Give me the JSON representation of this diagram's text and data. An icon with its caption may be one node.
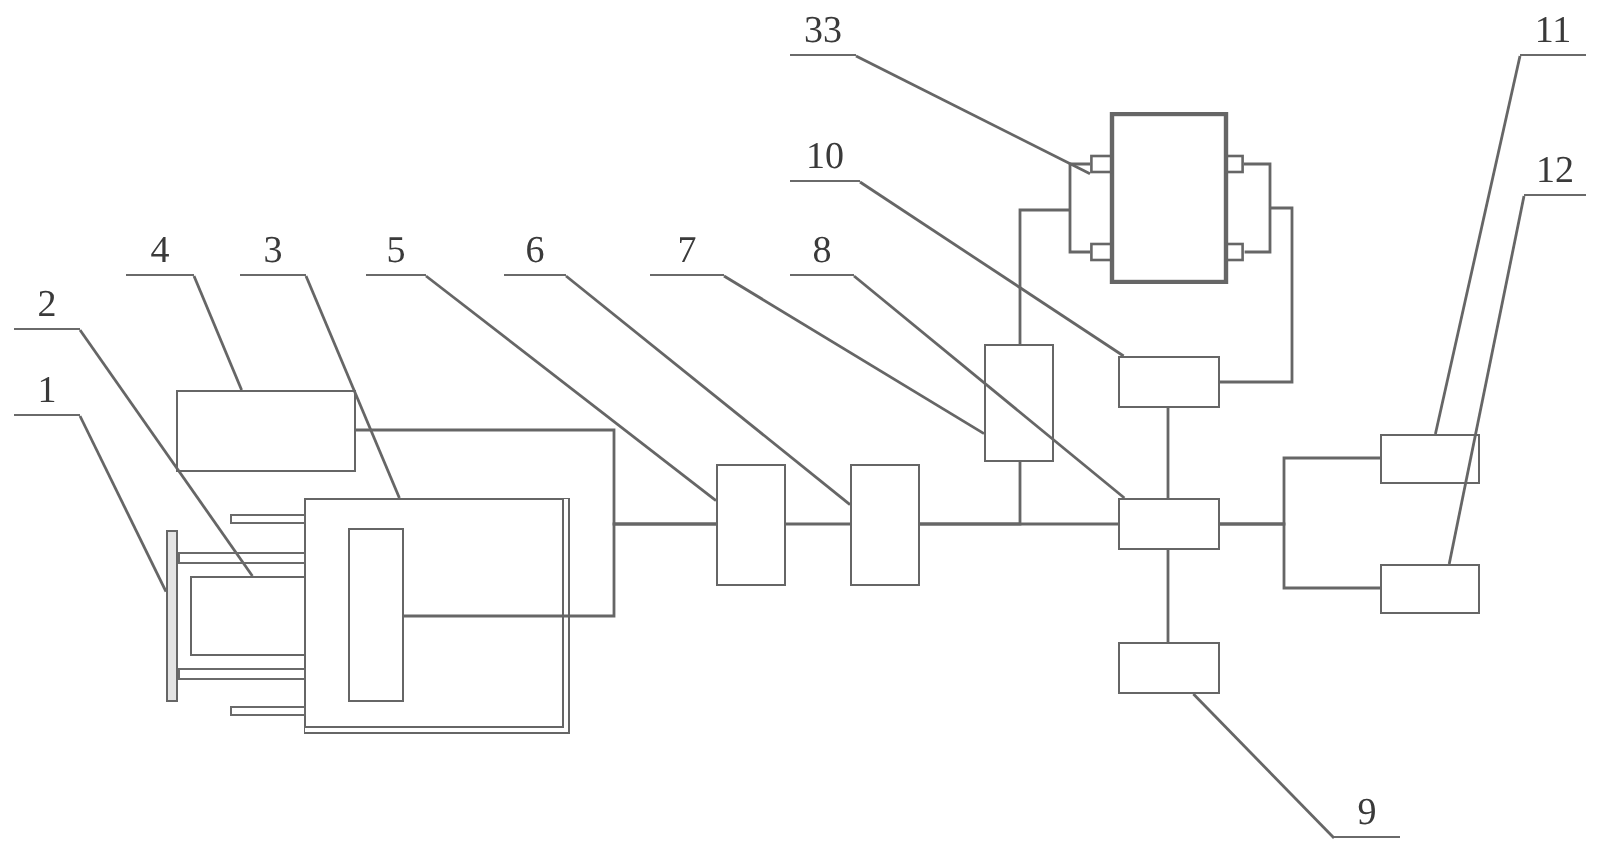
{
  "diagram": {
    "nodes": [
      {
        "text": [
          "1"
        ]
      },
      {
        "text": [
          "2"
        ]
      },
      {
        "text": [
          "3"
        ]
      },
      {
        "text": [
          "4"
        ]
      },
      {
        "text": [
          "5"
        ]
      },
      {
        "text": [
          "6"
        ]
      },
      {
        "text": [
          "7"
        ]
      },
      {
        "text": [
          "8"
        ]
      },
      {
        "text": [
          "9"
        ]
      },
      {
        "text": [
          "10"
        ]
      },
      {
        "text": [
          "11"
        ]
      },
      {
        "text": [
          "12"
        ]
      },
      {
        "text": [
          "33"
        ]
      },
      {
        "text": [],
        "shape": "bar"
      },
      {
        "text": [],
        "shape": "box"
      },
      {
        "text": [],
        "shape": "box"
      },
      {
        "text": [],
        "shape": "box"
      },
      {
        "text": [],
        "shape": "box"
      },
      {
        "text": [],
        "shape": "box"
      },
      {
        "text": [],
        "shape": "box"
      },
      {
        "text": [],
        "shape": "box"
      },
      {
        "text": [],
        "shape": "box"
      },
      {
        "text": [],
        "shape": "box"
      },
      {
        "text": [],
        "shape": "box"
      },
      {
        "text": [],
        "shape": "box"
      },
      {
        "text": [],
        "shape": "box"
      },
      {
        "text": [],
        "shape": "box",
        "in": 15
      }
    ],
    "edges": [
      {
        "from": 0,
        "to": 13,
        "arrow": "none"
      },
      {
        "from": 1,
        "to": 14,
        "arrow": "none"
      },
      {
        "from": 2,
        "to": 15,
        "arrow": "none"
      },
      {
        "from": 3,
        "to": 16,
        "arrow": "none"
      },
      {
        "from": 4,
        "to": 17,
        "arrow": "none"
      },
      {
        "from": 5,
        "to": 18,
        "arrow": "none"
      },
      {
        "from": 6,
        "to": 19,
        "arrow": "none"
      },
      {
        "from": 7,
        "to": 20,
        "arrow": "none"
      },
      {
        "from": 8,
        "to": 21,
        "arrow": "none"
      },
      {
        "from": 9,
        "to": 22,
        "arrow": "none"
      },
      {
        "from": 10,
        "to": 23,
        "arrow": "none"
      },
      {
        "from": 11,
        "to": 24,
        "arrow": "none"
      },
      {
        "from": 12,
        "to": 25,
        "arrow": "none"
      },
      {
        "from": 16,
        "to": 17,
        "arrow": "none"
      },
      {
        "from": 26,
        "to": 17,
        "arrow": "none"
      },
      {
        "from": 17,
        "to": 18,
        "arrow": "none"
      },
      {
        "from": 18,
        "to": 19,
        "arrow": "none"
      },
      {
        "from": 18,
        "to": 20,
        "arrow": "none"
      },
      {
        "from": 19,
        "to": 25,
        "arrow": "none"
      },
      {
        "from": 22,
        "to": 25,
        "arrow": "none"
      },
      {
        "from": 22,
        "to": 20,
        "arrow": "none"
      },
      {
        "from": 20,
        "to": 21,
        "arrow": "none"
      },
      {
        "from": 20,
        "to": 23,
        "arrow": "none"
      },
      {
        "from": 20,
        "to": 24,
        "arrow": "none"
      }
    ]
  }
}
